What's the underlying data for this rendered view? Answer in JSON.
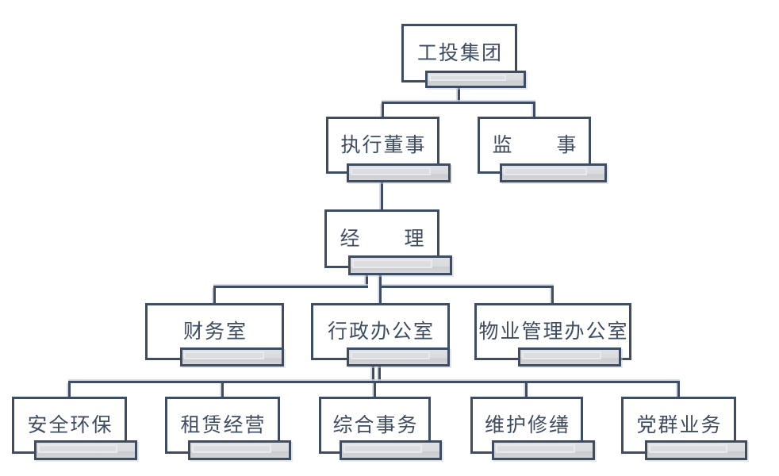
{
  "org_chart": {
    "type": "org-tree",
    "background_color": "#ffffff",
    "colors": {
      "box_border": "#3F4D63",
      "box_fill": "#ffffff",
      "name_bar_fill": "#d9dade",
      "connector_line": "#3F4D63",
      "text": "#3F4D63"
    },
    "nodes": [
      {
        "id": "group",
        "label": "工投集团",
        "level": 1,
        "reports_to": null
      },
      {
        "id": "executive-director",
        "label": "执行董事",
        "level": 2,
        "reports_to": "group"
      },
      {
        "id": "supervisor",
        "label": "监　　事",
        "level": 2,
        "reports_to": "group"
      },
      {
        "id": "manager",
        "label": "经　　理",
        "level": 3,
        "reports_to": "executive-director"
      },
      {
        "id": "finance-office",
        "label": "财务室",
        "level": 4,
        "reports_to": "manager"
      },
      {
        "id": "admin-office",
        "label": "行政办公室",
        "level": 4,
        "reports_to": "manager"
      },
      {
        "id": "property-office",
        "label": "物业管理办公室",
        "level": 4,
        "reports_to": "manager"
      },
      {
        "id": "safety-env",
        "label": "安全环保",
        "level": 5,
        "reports_to": "admin-office"
      },
      {
        "id": "leasing",
        "label": "租赁经营",
        "level": 5,
        "reports_to": "admin-office"
      },
      {
        "id": "general-affairs",
        "label": "综合事务",
        "level": 5,
        "reports_to": "admin-office"
      },
      {
        "id": "maintenance",
        "label": "维护修缮",
        "level": 5,
        "reports_to": "admin-office"
      },
      {
        "id": "party-mass",
        "label": "党群业务",
        "level": 5,
        "reports_to": "admin-office"
      }
    ]
  }
}
